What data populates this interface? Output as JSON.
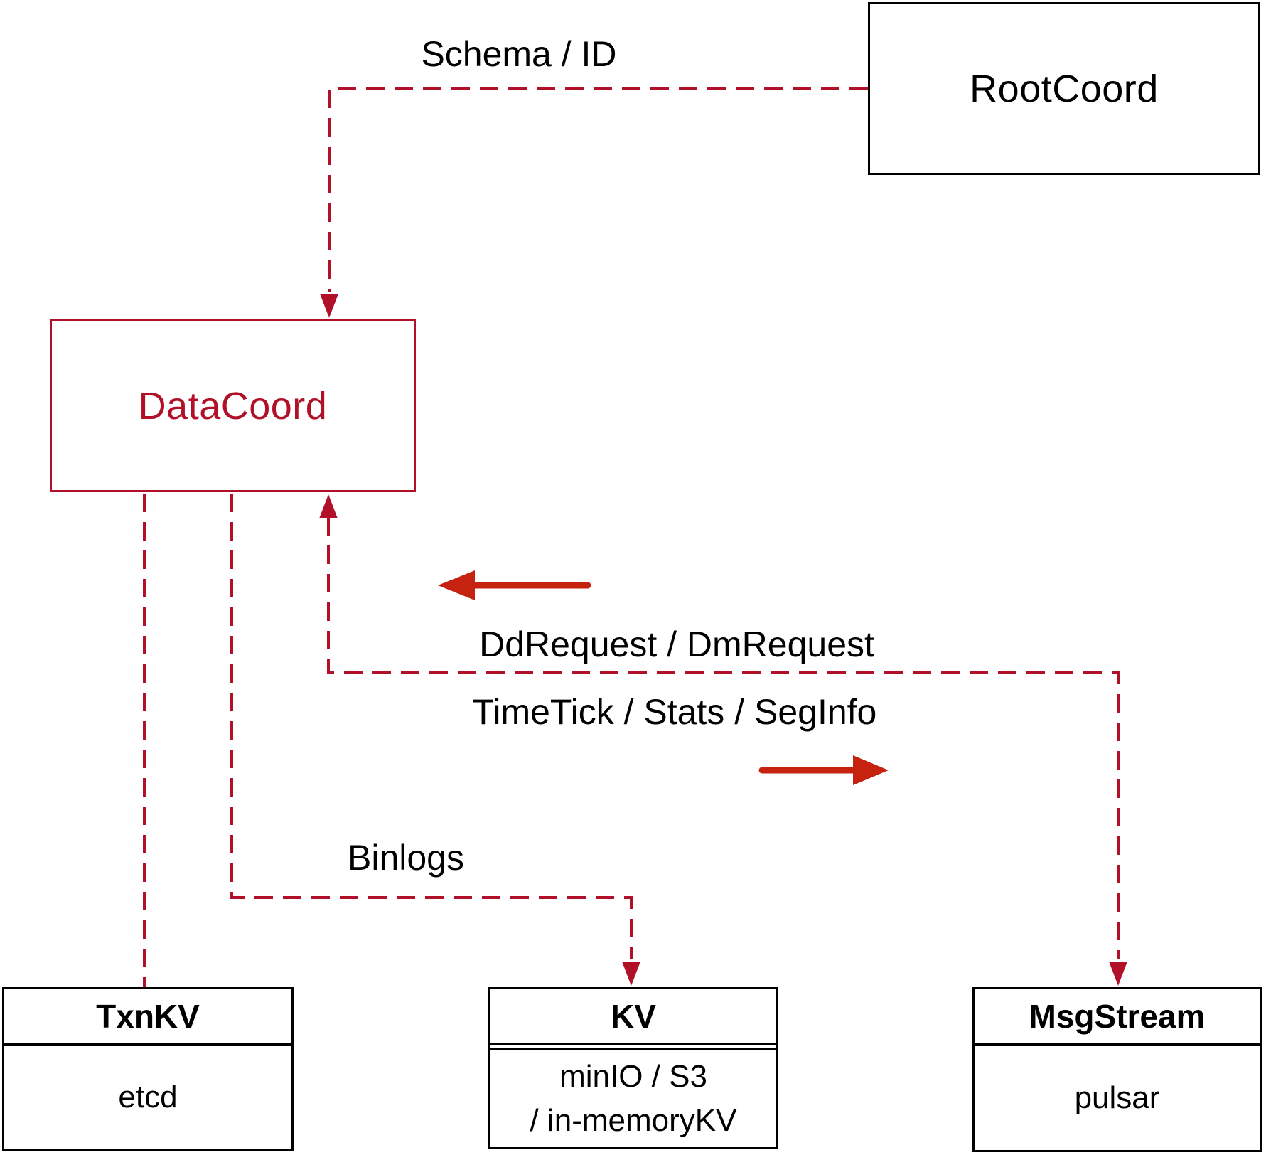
{
  "diagram": {
    "title_hint": "DataCoord interaction diagram",
    "boxes": {
      "rootcoord": {
        "label": "RootCoord"
      },
      "datacoord": {
        "label": "DataCoord"
      },
      "txnkv": {
        "header": "TxnKV",
        "body": "etcd"
      },
      "kv": {
        "header": "KV",
        "body_line1": "minIO / S3",
        "body_line2": "/ in-memoryKV"
      },
      "msgstream": {
        "header": "MsgStream",
        "body": "pulsar"
      }
    },
    "edge_labels": {
      "schema_id": "Schema / ID",
      "dd_dm_request": "DdRequest / DmRequest",
      "timetick_stats_seginfo": "TimeTick / Stats / SegInfo",
      "binlogs": "Binlogs"
    },
    "colors": {
      "connector_crimson": "#b01128",
      "solid_arrow_red": "#c52310",
      "box_border_black": "#000000",
      "background": "#ffffff"
    }
  }
}
